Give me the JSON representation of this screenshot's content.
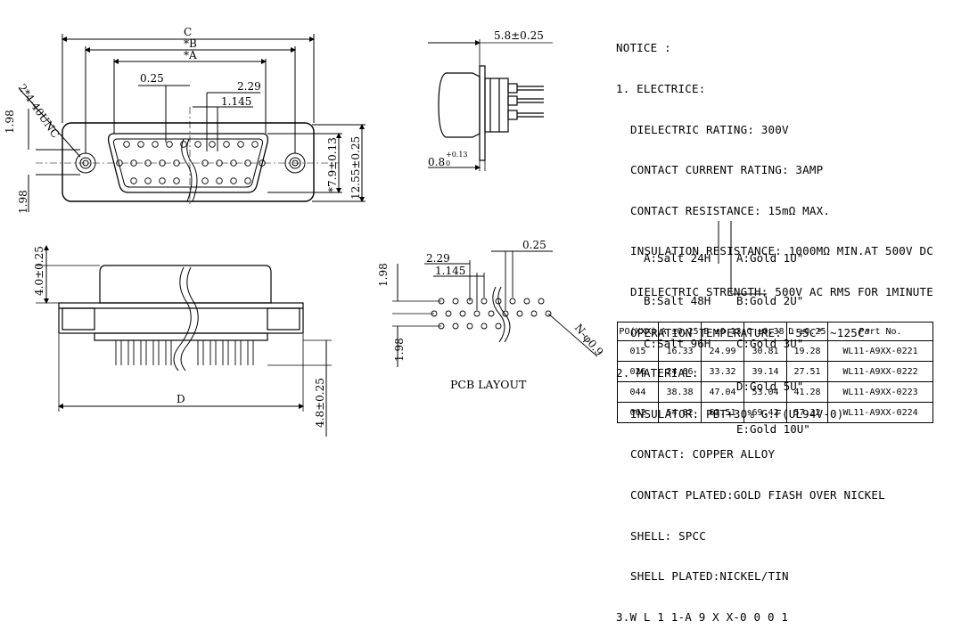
{
  "front_view": {
    "dim_c": "C",
    "dim_b": "*B",
    "dim_a": "*A",
    "dim_025": "0.25",
    "dim_229": "2.29",
    "dim_1145": "1.145",
    "thread": "2*4-40UNC",
    "dim_198_top": "1.98",
    "dim_198_bot": "1.98",
    "dim_79": "*7.9±0.13",
    "dim_1255": "12.55±0.25"
  },
  "side_view": {
    "dim_58": "5.8±0.25",
    "dim_08": "0.8",
    "tol_plus": "+0.13",
    "tol_minus": "0"
  },
  "bottom_view": {
    "dim_40": "4.0±0.25",
    "dim_48": "4.8±0.25",
    "dim_d": "D"
  },
  "pcb": {
    "dim_025": "0.25",
    "dim_229": "2.29",
    "dim_1145": "1.145",
    "dim_198_top": "1.98",
    "dim_198_bot": "1.98",
    "dim_hole": "N-φ0.9",
    "label": "PCB LAYOUT"
  },
  "notice": {
    "title": "NOTICE :",
    "electric_heading": "1. ELECTRICE:",
    "electric": [
      "DIELECTRIC RATING: 300V",
      "CONTACT CURRENT RATING: 3AMP",
      "CONTACT RESISTANCE: 15mΩ MAX.",
      "INSULATION RESISTANCE: 1000MΩ MIN.AT 500V DC",
      "DIELECTRIC STRENGTH: 500V AC RMS FOR 1MINUTE",
      "OPERATION TEMPERATURE: -55C° ~125C°"
    ],
    "material_heading": "2. MATERIAL:",
    "material": [
      "INSULATOR: PBT+30% G.F(UL94V-0)",
      "CONTACT: COPPER ALLOY",
      "CONTACT PLATED:GOLD FIASH OVER NICKEL",
      "SHELL: SPCC",
      "SHELL PLATED:NICKEL/TIN"
    ],
    "part_code": "3.W L 1 1-A 9 X X-0 0 0 1",
    "salt_options": [
      "A:Salt 24H",
      "B:Salt 48H",
      "C:Salt 96H"
    ],
    "gold_options": [
      "A:Gold 1U\"",
      "B:Gold 2U\"",
      "C:Gold 3U\"",
      "D:Gold 5U\"",
      "E:Gold 10U\""
    ]
  },
  "table": {
    "headers": [
      "PO(XXX)",
      "A ±0.25",
      "B ±0.13",
      "C ±0.38",
      "D ±0.25",
      "Part  No."
    ],
    "rows": [
      [
        "015",
        "16.33",
        "24.99",
        "30.81",
        "19.28",
        "WL11-A9XX-0221"
      ],
      [
        "026",
        "24.66",
        "33.32",
        "39.14",
        "27.51",
        "WL11-A9XX-0222"
      ],
      [
        "044",
        "38.38",
        "47.04",
        "53.04",
        "41.28",
        "WL11-A9XX-0223"
      ],
      [
        "062",
        "54.82",
        "63.51",
        "69.42",
        "57.32",
        "WL11-A9XX-0224"
      ]
    ]
  }
}
